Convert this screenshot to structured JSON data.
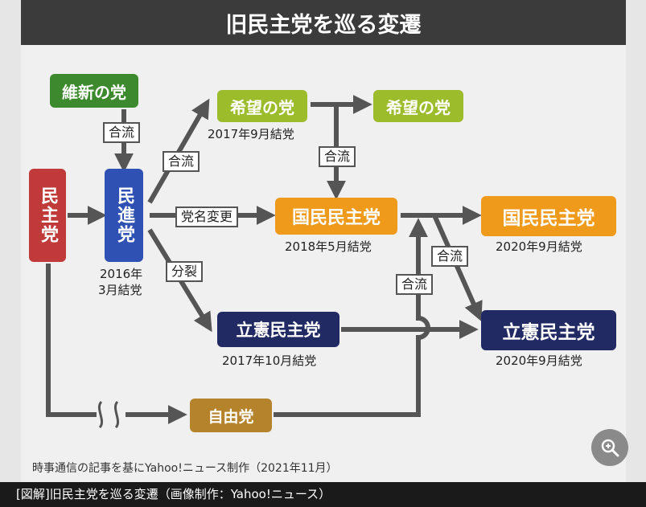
{
  "title": "旧民主党を巡る変遷",
  "parties": {
    "ishin": "維新の党",
    "kibou1": "希望の党",
    "kibou2": "希望の党",
    "minshu": "民主党",
    "minshin": "民進党",
    "kokumin1": "国民民主党",
    "kokumin2": "国民民主党",
    "rikken1": "立憲民主党",
    "rikken2": "立憲民主党",
    "jiyu": "自由党"
  },
  "events": {
    "gouryu1": "合流",
    "gouryu2": "合流",
    "gouryu3": "合流",
    "gouryu4": "合流",
    "gouryu5": "合流",
    "toumei": "党名変更",
    "bunretsu": "分裂"
  },
  "dates": {
    "minshin_year": "2016年",
    "minshin_month": "3月結党",
    "kibou": "2017年9月結党",
    "kokumin1": "2018年5月結党",
    "kokumin2": "2020年9月結党",
    "rikken1": "2017年10月結党",
    "rikken2": "2020年9月結党"
  },
  "source": "時事通信の記事を基にYahoo!ニュース制作（2021年11月）",
  "caption": "[図解]旧民主党を巡る変遷（画像制作：Yahoo!ニュース）",
  "colors": {
    "ishin": "#3d8a2e",
    "kibou": "#9cbc2c",
    "minshin": "#2f51b3",
    "minshu": "#c03a3a",
    "kokumin": "#f09a1c",
    "rikken": "#222a63",
    "jiyu": "#b5832b",
    "arrow": "#555555"
  },
  "icons": {
    "zoom": "zoom-in-icon"
  }
}
